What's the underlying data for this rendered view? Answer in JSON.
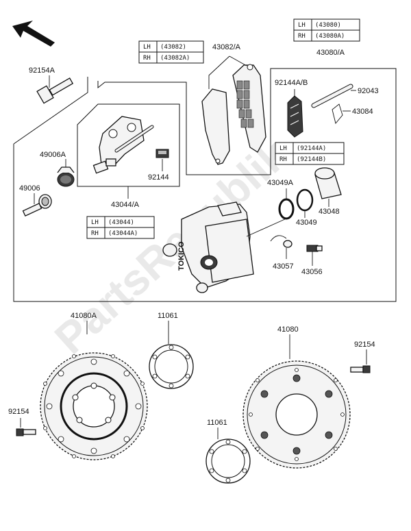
{
  "watermark": "PartsRepublik",
  "caliper_stamp": "TOKICO",
  "direction_arrow": "front-direction-arrow",
  "callouts": {
    "c92154A": "92154A",
    "c43082A": "43082/A",
    "c43080A": "43080/A",
    "c92144AB": "92144A/B",
    "c92043": "92043",
    "c43084": "43084",
    "c49006A": "49006A",
    "c49006": "49006",
    "c92144": "92144",
    "c43044A": "43044/A",
    "c43049A": "43049A",
    "c43049": "43049",
    "c43048": "43048",
    "c43057": "43057",
    "c43056": "43056",
    "c41080A": "41080A",
    "c11061_top": "11061",
    "c41080": "41080",
    "c92154_right": "92154",
    "c92154_left": "92154",
    "c11061_bottom": "11061"
  },
  "tables": {
    "t43082": {
      "lh": "LH",
      "lh_part": "(43082)",
      "rh": "RH",
      "rh_part": "(43082A)"
    },
    "t43080": {
      "lh": "LH",
      "lh_part": "(43080)",
      "rh": "RH",
      "rh_part": "(43080A)"
    },
    "t92144": {
      "lh": "LH",
      "lh_part": "(92144A)",
      "rh": "RH",
      "rh_part": "(92144B)"
    },
    "t43044": {
      "lh": "LH",
      "lh_part": "(43044)",
      "rh": "RH",
      "rh_part": "(43044A)"
    }
  },
  "icons": [
    "front-direction-arrow",
    "brake-caliper",
    "brake-disc",
    "brake-pad",
    "piston",
    "seal",
    "bolt",
    "shim",
    "bleeder-valve"
  ]
}
